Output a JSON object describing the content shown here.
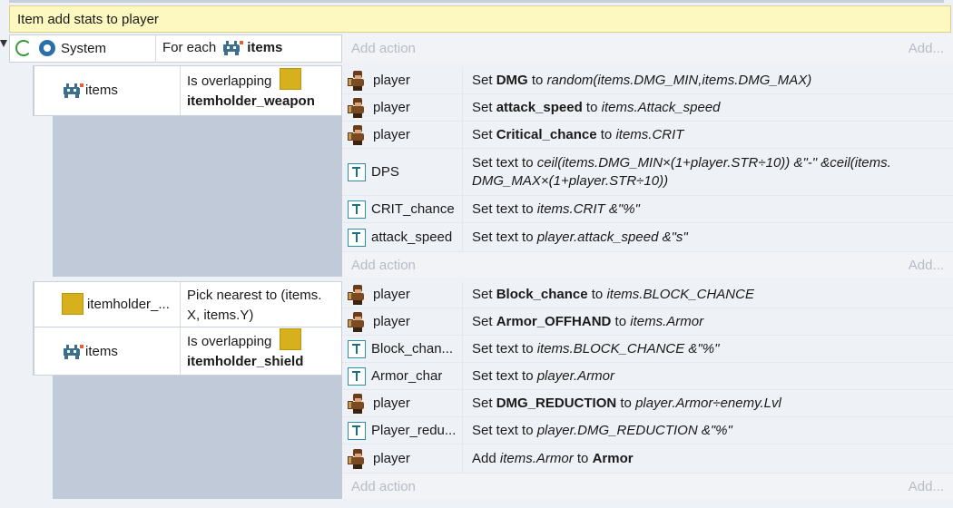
{
  "comment": "Item add stats to player",
  "root_event": {
    "system_label": "System",
    "for_each_prefix": "For each",
    "for_each_object": "items"
  },
  "add_action": "Add action",
  "add_short": "Add...",
  "sub1": {
    "cond": {
      "object": "items",
      "text": "Is overlapping",
      "target": "itemholder_weapon"
    },
    "actions": [
      {
        "object": "player",
        "icon": "player-icon",
        "parts": [
          [
            "n",
            "Set "
          ],
          [
            "b",
            "DMG"
          ],
          [
            "n",
            " to "
          ],
          [
            "i",
            "random(items.DMG_MIN,items.DMG_MAX)"
          ]
        ]
      },
      {
        "object": "player",
        "icon": "player-icon",
        "parts": [
          [
            "n",
            "Set "
          ],
          [
            "b",
            "attack_speed"
          ],
          [
            "n",
            " to "
          ],
          [
            "i",
            "items.Attack_speed"
          ]
        ]
      },
      {
        "object": "player",
        "icon": "player-icon",
        "parts": [
          [
            "n",
            "Set "
          ],
          [
            "b",
            "Critical_chance"
          ],
          [
            "n",
            " to "
          ],
          [
            "i",
            "items.CRIT"
          ]
        ]
      },
      {
        "object": "DPS",
        "icon": "text-icon",
        "parts": [
          [
            "n",
            "Set text to "
          ],
          [
            "i",
            "ceil(items.DMG_MIN×(1+player.STR÷10)) &\"-\" &ceil(items."
          ],
          [
            "br",
            ""
          ],
          [
            "i",
            "DMG_MAX×(1+player.STR÷10))"
          ]
        ]
      },
      {
        "object": "CRIT_chance",
        "icon": "text-icon",
        "parts": [
          [
            "n",
            "Set text to "
          ],
          [
            "i",
            "items.CRIT &\"%\""
          ]
        ]
      },
      {
        "object": "attack_speed",
        "icon": "text-icon",
        "parts": [
          [
            "n",
            "Set text to "
          ],
          [
            "i",
            "player.attack_speed &\"s\""
          ]
        ]
      }
    ]
  },
  "sub2": {
    "cond1": {
      "object": "itemholder_...",
      "text": "Pick nearest to (items.",
      "text2": "X, items.Y)"
    },
    "cond2": {
      "object": "items",
      "text": "Is overlapping",
      "target": "itemholder_shield"
    },
    "actions": [
      {
        "object": "player",
        "icon": "player-icon",
        "parts": [
          [
            "n",
            "Set "
          ],
          [
            "b",
            "Block_chance"
          ],
          [
            "n",
            " to "
          ],
          [
            "i",
            "items.BLOCK_CHANCE"
          ]
        ]
      },
      {
        "object": "player",
        "icon": "player-icon",
        "parts": [
          [
            "n",
            "Set "
          ],
          [
            "b",
            "Armor_OFFHAND"
          ],
          [
            "n",
            " to "
          ],
          [
            "i",
            "items.Armor"
          ]
        ]
      },
      {
        "object": "Block_chan...",
        "icon": "text-icon",
        "parts": [
          [
            "n",
            "Set text to "
          ],
          [
            "i",
            "items.BLOCK_CHANCE &\"%\""
          ]
        ]
      },
      {
        "object": "Armor_char",
        "icon": "text-icon",
        "parts": [
          [
            "n",
            "Set text to "
          ],
          [
            "i",
            "player.Armor"
          ]
        ]
      },
      {
        "object": "player",
        "icon": "player-icon",
        "parts": [
          [
            "n",
            "Set "
          ],
          [
            "b",
            "DMG_REDUCTION"
          ],
          [
            "n",
            " to "
          ],
          [
            "i",
            "player.Armor÷enemy.Lvl"
          ]
        ]
      },
      {
        "object": "Player_redu...",
        "icon": "text-icon",
        "parts": [
          [
            "n",
            "Set text to "
          ],
          [
            "i",
            "player.DMG_REDUCTION &\"%\""
          ]
        ]
      },
      {
        "object": "player",
        "icon": "player-icon",
        "parts": [
          [
            "n",
            "Add "
          ],
          [
            "i",
            "items.Armor"
          ],
          [
            "n",
            " to "
          ],
          [
            "b",
            "Armor"
          ]
        ]
      }
    ]
  }
}
